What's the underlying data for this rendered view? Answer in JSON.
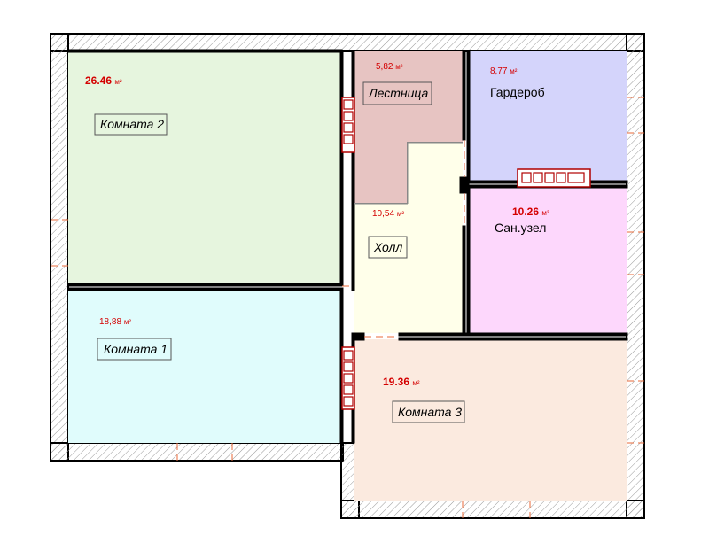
{
  "rooms": [
    {
      "id": "room2",
      "label": "Комната 2",
      "area": "26.46",
      "unit": "м²",
      "fill": "#e6f5de",
      "label_style": "italic-box",
      "area_style": "bold"
    },
    {
      "id": "stairs",
      "label": "Лестница",
      "area": "5,82",
      "unit": "м²",
      "fill": "#e7c4c2",
      "label_style": "italic-box",
      "area_style": "thin"
    },
    {
      "id": "wardrobe",
      "label": "Гардероб",
      "area": "8,77",
      "unit": "м²",
      "fill": "#d4d4fb",
      "label_style": "plain",
      "area_style": "thin"
    },
    {
      "id": "hall",
      "label": "Холл",
      "area": "10,54",
      "unit": "м²",
      "fill": "#ffffea",
      "label_style": "italic-box",
      "area_style": "thin"
    },
    {
      "id": "bath",
      "label": "Сан.узел",
      "area": "10.26",
      "unit": "м²",
      "fill": "#fdd7fc",
      "label_style": "plain",
      "area_style": "bold"
    },
    {
      "id": "room1",
      "label": "Комната 1",
      "area": "18,88",
      "unit": "м²",
      "fill": "#e0fcfc",
      "label_style": "italic-box",
      "area_style": "thin"
    },
    {
      "id": "room3",
      "label": "Комната 3",
      "area": "19.36",
      "unit": "м²",
      "fill": "#fbeadf",
      "label_style": "italic-box",
      "area_style": "bold"
    }
  ],
  "colors": {
    "wall": "#000000",
    "opening": "#e86a3a",
    "chimney": "#b00000",
    "area_text": "#d40000"
  }
}
